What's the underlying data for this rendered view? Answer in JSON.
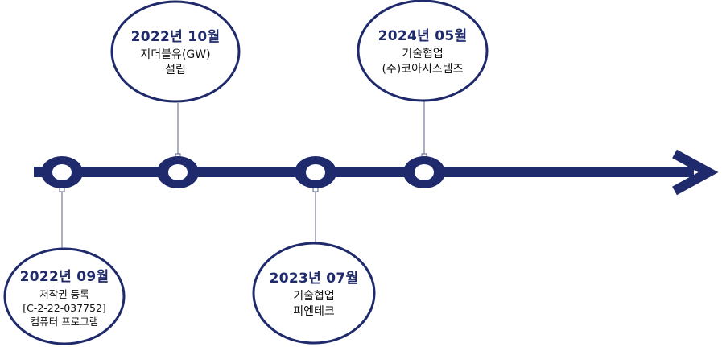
{
  "colors": {
    "navy": "#1e2a6b",
    "date_text": "#1e2a6b",
    "body_text": "#111111",
    "connector": "#5a6285"
  },
  "events": [
    {
      "id": "e1",
      "date": "2022년 09월",
      "lines": [
        "저작권 등록",
        "[C-2-22-037752]",
        "컴퓨터 프로그램"
      ]
    },
    {
      "id": "e2",
      "date": "2022년 10월",
      "lines": [
        "지더블유(GW)",
        "설립"
      ]
    },
    {
      "id": "e3",
      "date": "2023년 07월",
      "lines": [
        "기술협업",
        "피엔테크"
      ]
    },
    {
      "id": "e4",
      "date": "2024년 05월",
      "lines": [
        "기술협업",
        "(주)코아시스템즈"
      ]
    }
  ]
}
